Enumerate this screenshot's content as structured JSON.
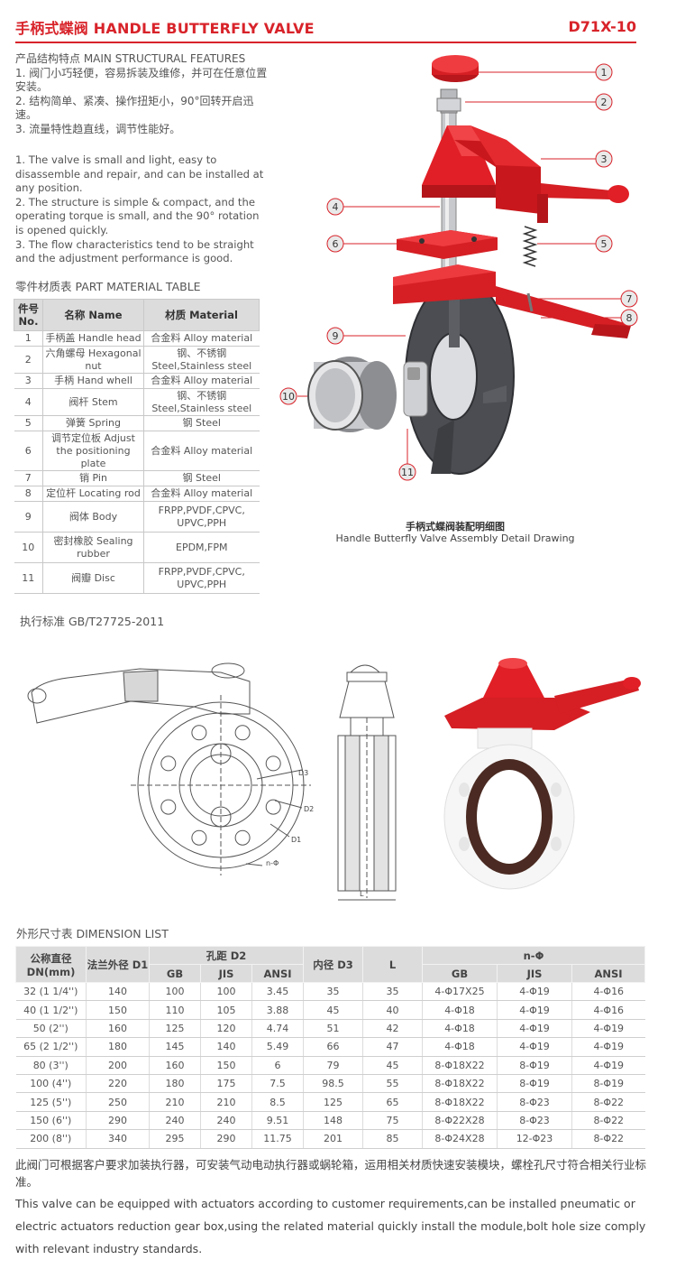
{
  "header": {
    "title": "手柄式蝶阀 HANDLE BUTTERFLY VALVE",
    "model": "D71X-10"
  },
  "features": {
    "title": "产品结构特点  MAIN STRUCTURAL FEATURES",
    "cn": [
      "1. 阀门小巧轻便，容易拆装及维修，并可在任意位置安装。",
      "2. 结构简单、紧凑、操作扭矩小，90°回转开启迅速。",
      "3. 流量特性趋直线，调节性能好。"
    ],
    "en": [
      "1. The valve is small and light, easy to disassemble and repair, and can be installed at any position.",
      "2. The structure is simple & compact, and the operating torque is small, and the 90° rotation is opened quickly.",
      "3. The flow characteristics tend to be straight and the adjustment performance is good."
    ]
  },
  "parts_table": {
    "title": "零件材质表  PART MATERIAL TABLE",
    "headers": [
      "件号\nNo.",
      "名称 Name",
      "材质 Material"
    ],
    "rows": [
      [
        "1",
        "手柄盖 Handle head",
        "合金料 Alloy material"
      ],
      [
        "2",
        "六角螺母 Hexagonal nut",
        "钢、不锈钢 Steel,Stainless steel"
      ],
      [
        "3",
        "手柄 Hand whell",
        "合金料 Alloy material"
      ],
      [
        "4",
        "阀杆 Stem",
        "钢、不锈钢 Steel,Stainless steel"
      ],
      [
        "5",
        "弹簧 Spring",
        "钢 Steel"
      ],
      [
        "6",
        "调节定位板 Adjust the positioning plate",
        "合金料 Alloy material"
      ],
      [
        "7",
        "销 Pin",
        "钢 Steel"
      ],
      [
        "8",
        "定位杆 Locating rod",
        "合金料 Alloy material"
      ],
      [
        "9",
        "阀体 Body",
        "FRPP,PVDF,CPVC, UPVC,PPH"
      ],
      [
        "10",
        "密封橡胶 Sealing rubber",
        "EPDM,FPM"
      ],
      [
        "11",
        "阀瓣 Disc",
        "FRPP,PVDF,CPVC, UPVC,PPH"
      ]
    ]
  },
  "explode": {
    "labels": [
      "1",
      "2",
      "3",
      "4",
      "5",
      "6",
      "7",
      "8",
      "9",
      "10",
      "11"
    ],
    "caption_cn": "手柄式蝶阀装配明细图",
    "caption_en": "Handle Butterfly Valve Assembly Detail Drawing"
  },
  "standard": "执行标准 GB/T27725-2011",
  "drawing": {
    "labels": [
      "D3",
      "D2",
      "D1",
      "n-Φ",
      "L"
    ]
  },
  "dimension_table": {
    "title": "外形尺寸表  DIMENSION LIST",
    "groups": {
      "dn": "公称直径 DN(mm)",
      "d1": "法兰外径 D1",
      "d2": "孔距 D2",
      "d3": "内径 D3",
      "l": "L",
      "n": "n-Φ"
    },
    "sub": [
      "GB",
      "JIS",
      "ANSI",
      "GB",
      "JIS",
      "ANSI"
    ],
    "rows": [
      [
        "32 (1 1/4'')",
        "140",
        "100",
        "100",
        "3.45",
        "35",
        "35",
        "4-Φ17X25",
        "4-Φ19",
        "4-Φ16"
      ],
      [
        "40 (1 1/2'')",
        "150",
        "110",
        "105",
        "3.88",
        "45",
        "40",
        "4-Φ18",
        "4-Φ19",
        "4-Φ16"
      ],
      [
        "50 (2'')",
        "160",
        "125",
        "120",
        "4.74",
        "51",
        "42",
        "4-Φ18",
        "4-Φ19",
        "4-Φ19"
      ],
      [
        "65 (2 1/2'')",
        "180",
        "145",
        "140",
        "5.49",
        "66",
        "47",
        "4-Φ18",
        "4-Φ19",
        "4-Φ19"
      ],
      [
        "80 (3'')",
        "200",
        "160",
        "150",
        "6",
        "79",
        "45",
        "8-Φ18X22",
        "8-Φ19",
        "4-Φ19"
      ],
      [
        "100 (4'')",
        "220",
        "180",
        "175",
        "7.5",
        "98.5",
        "55",
        "8-Φ18X22",
        "8-Φ19",
        "8-Φ19"
      ],
      [
        "125 (5'')",
        "250",
        "210",
        "210",
        "8.5",
        "125",
        "65",
        "8-Φ18X22",
        "8-Φ23",
        "8-Φ22"
      ],
      [
        "150 (6'')",
        "290",
        "240",
        "240",
        "9.51",
        "148",
        "75",
        "8-Φ22X28",
        "8-Φ23",
        "8-Φ22"
      ],
      [
        "200 (8'')",
        "340",
        "295",
        "290",
        "11.75",
        "201",
        "85",
        "8-Φ24X28",
        "12-Φ23",
        "8-Φ22"
      ]
    ]
  },
  "notes": {
    "cn": "此阀门可根据客户要求加装执行器，可安装气动电动执行器或蜗轮箱，运用相关材质快速安装模块，螺栓孔尺寸符合相关行业标准。",
    "en": "This valve can be equipped with actuators according to customer requirements,can be installed pneumatic or electric actuators  reduction gear box,using the related material quickly install the module,bolt hole size comply with relevant industry standards."
  },
  "colors": {
    "brand_red": "#d8232a",
    "valve_red": "#e11f26",
    "body_gray": "#4b4d52",
    "header_gray": "#dcdcdc"
  }
}
